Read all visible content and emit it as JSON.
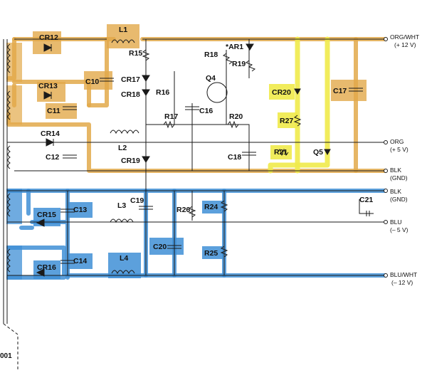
{
  "components": {
    "CR12": "CR12",
    "L1": "L1",
    "R15": "R15",
    "R18": "R18",
    "AR1": "*AR1",
    "R19": "R19",
    "C10": "C10",
    "CR17": "CR17",
    "CR18": "CR18",
    "R16": "R16",
    "Q4": "Q4",
    "CR13": "CR13",
    "C11": "C11",
    "C16": "C16",
    "R17": "R17",
    "R20": "R20",
    "CR14": "CR14",
    "L2": "L2",
    "C12": "C12",
    "C18": "C18",
    "CR19": "CR19",
    "CR20": "CR20",
    "R27": "R27",
    "R21": "R21",
    "Q5": "Q5",
    "C17": "C17",
    "C19": "C19",
    "L3": "L3",
    "CR15": "CR15",
    "C13": "C13",
    "R26": "R26",
    "R24": "R24",
    "C21": "C21",
    "C20": "C20",
    "R25": "R25",
    "CR16": "CR16",
    "C14": "C14",
    "L4": "L4"
  },
  "outputs": {
    "org_wht": "ORG/WHT",
    "org_wht_v": "(+ 12 V)",
    "org": "ORG",
    "org_v": "(+ 5 V)",
    "blk1": "BLK",
    "blk1_sub": "(GND)",
    "blk2": "BLK",
    "blk2_sub": "(GND)",
    "blu": "BLU",
    "blu_v": "(– 5 V)",
    "blu_wht": "BLU/WHT",
    "blu_wht_v": "(– 12 V)"
  },
  "corner_label": "001",
  "colors": {
    "orange_highlight": "#e2a94a",
    "blue_highlight": "#3f8fd6",
    "yellow_highlight": "#f0ea4a",
    "ink": "#1a1a1a"
  }
}
